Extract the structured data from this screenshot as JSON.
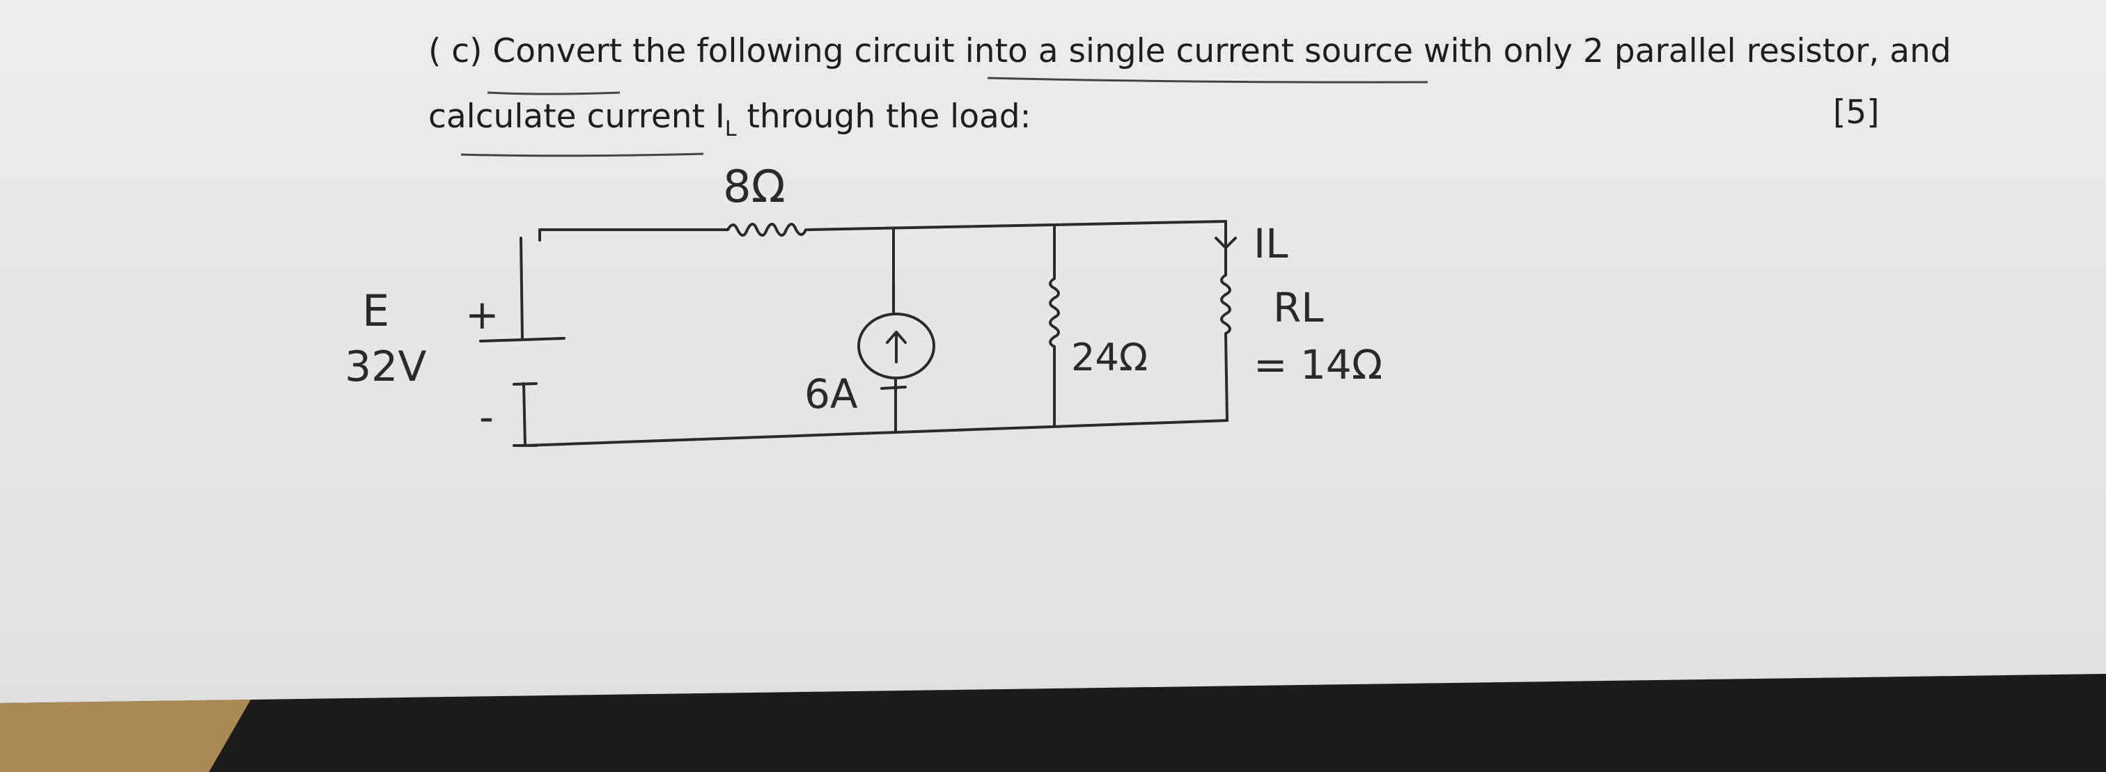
{
  "question": {
    "line1": "( c) Convert the following circuit into a single current source with only 2 parallel resistor, and",
    "line2_pre": "calculate current I",
    "line2_sub": "L",
    "line2_post": " through  the load:",
    "marks": "[5]"
  },
  "circuit": {
    "r1_label": "8Ω",
    "source_name": "E",
    "source_value": "32V",
    "plus": "+",
    "minus": "-",
    "current_source": "6A",
    "r2_label": "24Ω",
    "load_current": "IL",
    "load_name": "RL",
    "load_value": "= 14Ω"
  },
  "colors": {
    "paper": "#e6e6e6",
    "ink": "#1e1e1e",
    "pen": "#2a2a2a",
    "table": "#1a1a1a",
    "table_corner": "#b08f5a"
  }
}
